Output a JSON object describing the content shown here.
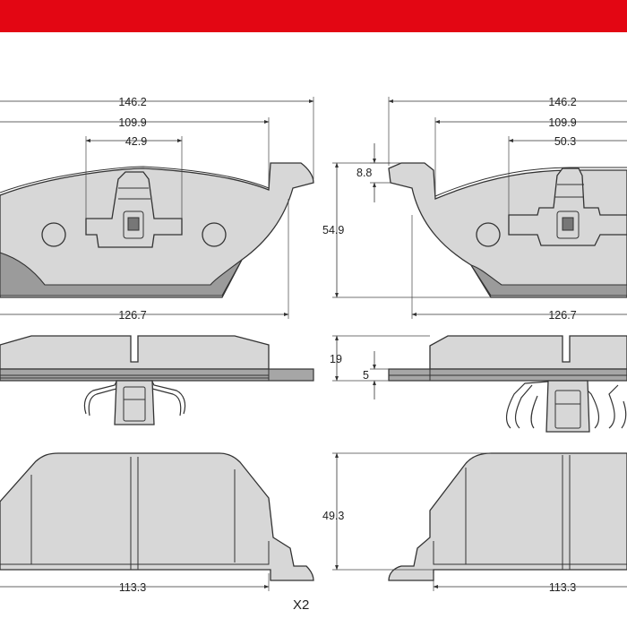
{
  "brand": {
    "bar_color": "#e30613"
  },
  "colors": {
    "pad_fill": "#d7d7d7",
    "backing_plate": "#9b9b9b",
    "line": "#333333"
  },
  "dimensions": {
    "left_overall_width": "146.2",
    "left_lining_width": "109.9",
    "left_clip_width": "42.9",
    "left_bottom_width": "126.7",
    "right_overall_width": "146.2",
    "right_lining_width": "109.9",
    "right_clip_width": "50.3",
    "right_bottom_width": "126.7",
    "ear_height": "8.8",
    "pad_height": "54.9",
    "side_total_thickness": "19",
    "side_plate_thickness": "5",
    "friction_left_width": "113.3",
    "friction_right_width": "113.3",
    "friction_height": "49.3"
  },
  "quantity_label": "X2"
}
